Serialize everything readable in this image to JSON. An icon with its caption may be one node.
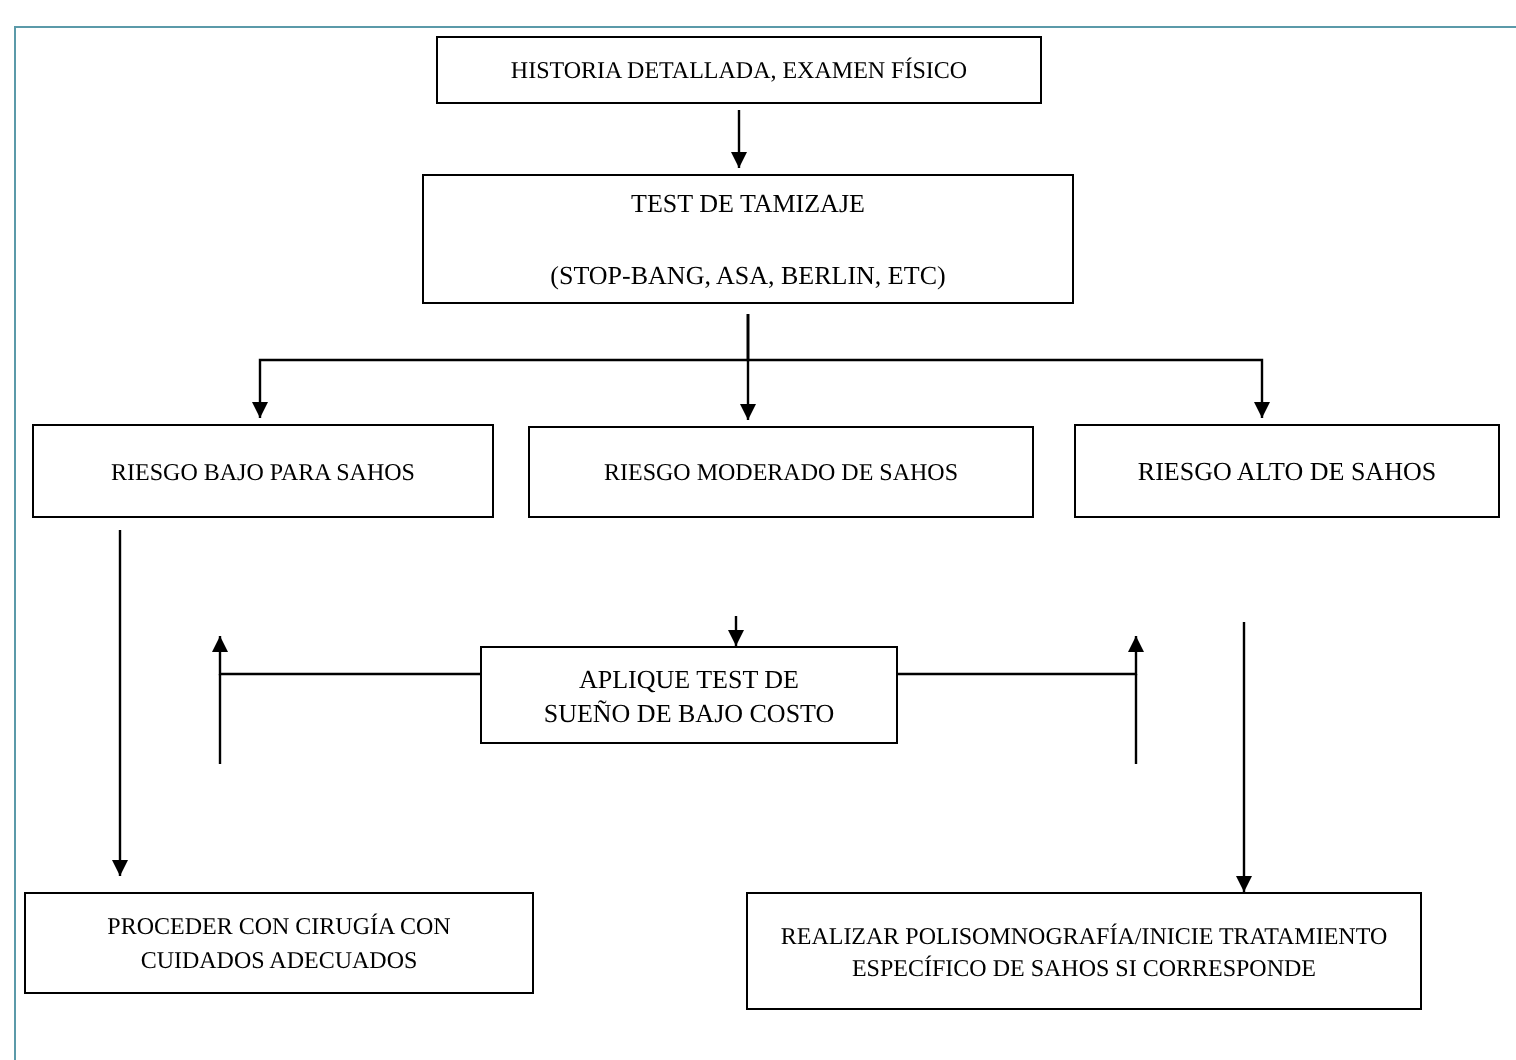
{
  "diagram": {
    "nodes": [
      {
        "text": [
          "HISTORIA DETALLADA, EXAMEN FÍSICO"
        ]
      },
      {
        "text": [
          "TEST DE TAMIZAJE",
          "(STOP-BANG, ASA, BERLIN, ETC)"
        ]
      },
      {
        "text": [
          "RIESGO BAJO PARA SAHOS"
        ]
      },
      {
        "text": [
          "RIESGO MODERADO DE SAHOS"
        ]
      },
      {
        "text": [
          "RIESGO ALTO DE SAHOS"
        ]
      },
      {
        "text": [
          "APLIQUE TEST DE SUEÑO DE BAJO COSTO"
        ]
      },
      {
        "text": [
          "PROCEDER CON CIRUGÍA CON CUIDADOS ADECUADOS"
        ]
      },
      {
        "text": [
          "REALIZAR POLISOMNOGRAFÍA/INICIE TRATAMIENTO ESPECÍFICO DE SAHOS SI CORRESPONDE"
        ]
      }
    ],
    "edges": [
      {
        "from": 0,
        "to": 1,
        "arrow": "to"
      },
      {
        "from": 1,
        "to": 2,
        "arrow": "to"
      },
      {
        "from": 1,
        "to": 3,
        "arrow": "to"
      },
      {
        "from": 1,
        "to": 4,
        "arrow": "to"
      },
      {
        "from": 2,
        "to": 6,
        "arrow": "to"
      },
      {
        "from": null,
        "to": 5,
        "arrow": "to"
      },
      {
        "from": 5,
        "to": null,
        "arrow": "to"
      },
      {
        "from": 5,
        "to": null,
        "arrow": "to"
      },
      {
        "from": null,
        "to": 7,
        "arrow": "to"
      }
    ]
  }
}
